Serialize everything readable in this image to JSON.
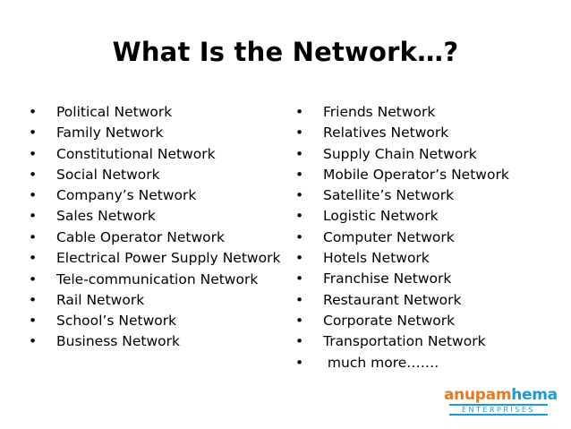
{
  "title": "What Is the Network…?",
  "bullet_glyph": "•",
  "left_items": [
    "Political Network",
    "Family Network",
    "Constitutional Network",
    "Social Network",
    "Company’s Network",
    "Sales Network",
    "Cable Operator Network",
    "Electrical Power Supply Network",
    "Tele-communication Network",
    "Rail Network",
    "School’s Network",
    "Business Network"
  ],
  "right_items": [
    "Friends Network",
    "Relatives Network",
    "Supply Chain Network",
    "Mobile Operator’s Network",
    "Satellite’s Network",
    "Logistic Network",
    "Computer Network",
    "Hotels Network",
    "Franchise Network",
    "Restaurant Network",
    "Corporate Network",
    "Transportation Network",
    " much more……."
  ],
  "logo": {
    "part1": "anupam",
    "part2": "hema",
    "sub": "ENTERPRISES",
    "colors": {
      "orange": "#e87a1e",
      "blue": "#1a9ad6"
    }
  }
}
